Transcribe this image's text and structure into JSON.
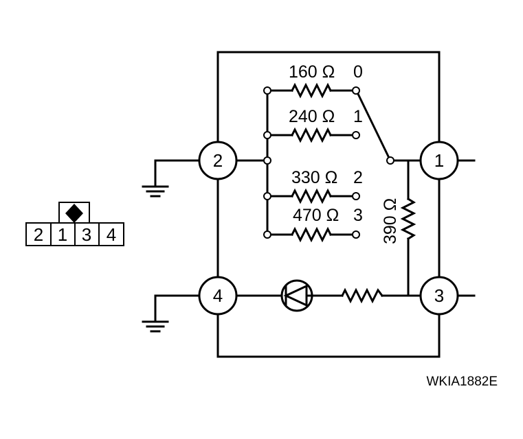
{
  "resistors": [
    {
      "value": "160 Ω",
      "position": "0"
    },
    {
      "value": "240 Ω",
      "position": "1"
    },
    {
      "value": "330 Ω",
      "position": "2"
    },
    {
      "value": "470 Ω",
      "position": "3"
    }
  ],
  "series_resistor": "390 Ω",
  "terminals": {
    "t1": "1",
    "t2": "2",
    "t3": "3",
    "t4": "4"
  },
  "connector_pins": [
    "2",
    "1",
    "3",
    "4"
  ],
  "figure_code": "WKIA1882E"
}
